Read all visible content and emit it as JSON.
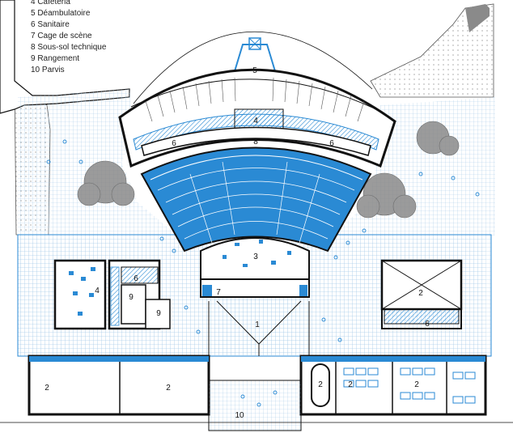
{
  "legend": [
    "4 Cafétéria",
    "5 Déambulatoire",
    "6 Sanitaire",
    "7 Cage de scène",
    "8 Sous-sol technique",
    "9 Rangement",
    "10 Parvis"
  ],
  "labels": {
    "l1": "1",
    "l2a": "2",
    "l2b": "2",
    "l2c": "2",
    "l2d": "2",
    "l2e": "2",
    "l2f": "2",
    "l3": "3",
    "l4a": "4",
    "l4b": "4",
    "l5": "5",
    "l6a": "6",
    "l6b": "6",
    "l6c": "6",
    "l6d": "6",
    "l7": "7",
    "l8": "8",
    "l9a": "9",
    "l9b": "9",
    "l10": "10"
  },
  "colors": {
    "accent": "#2a8ad4",
    "dark_blue": "#1f6fb8",
    "hatch": "#6fb3e6",
    "grid": "#a9cde9",
    "wall": "#111111",
    "vegetation": "#8a8a8a"
  }
}
